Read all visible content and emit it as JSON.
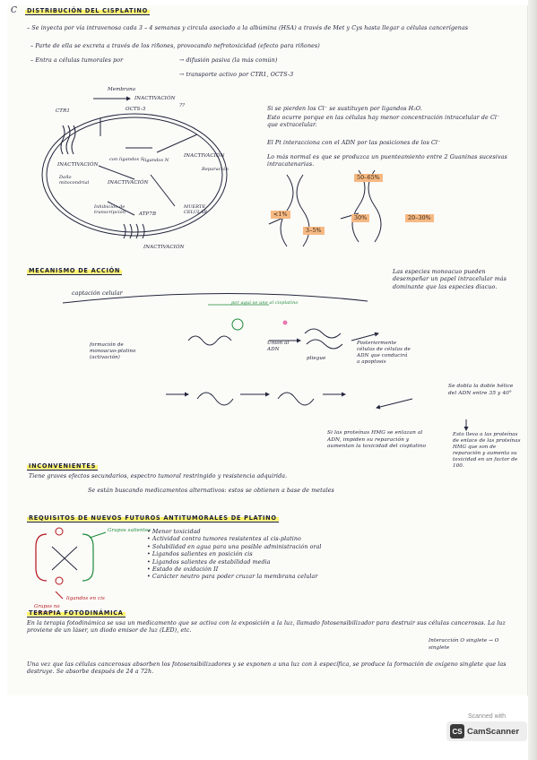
{
  "page_label": "C",
  "s1": {
    "title": "Distribución del cisplatino",
    "notes": [
      "– Se inyecta por vía intravenosa cada 3 – 4 semanas y circula asociado a la albúmina (HSA) a través de Met y Cys hasta llegar a células cancerígenas",
      "– Parte de ella se excreta a través de los riñones, provocando nefrotoxicidad (efecto para riñones)",
      "– Entra a células tumorales por"
    ],
    "entry": [
      "→ difusión pasiva (la más común)",
      "→ transporte activo por CTR1, OCTS-3"
    ],
    "cell": {
      "membrane": "Membrana",
      "ctr1": "CTR1",
      "octs": "OCTS-3",
      "inact1": "INACTIVACIÓN",
      "inact2": "INACTIVACIÓN",
      "inact3": "INACTIVACIÓN",
      "inact4": "INACTIVACIÓN",
      "inact5": "INACTIVACIÓN",
      "ligands1": "con ligandos S",
      "ligands2": "ligandos N",
      "damage1": "Daño mitocondrial",
      "damage2": "Reparación",
      "transcr": "Inhibición de transcripción",
      "death": "MUERTE CELULAR",
      "atpe": "ATP7B",
      "q": "??"
    },
    "right": [
      "Si se pierden los Cl⁻ se sustituyen por ligandos H₂O.",
      "Esto ocurre porque en las células hay menor concentración intracelular de Cl⁻ que extracelular.",
      "El Pt interacciona con el ADN por las posiciones de los Cl⁻",
      "Lo más normal es que se produzca un puenteamiento entre 2 Guaninas sucesivas intracatenarias."
    ],
    "labels": {
      "pct1": "50–65%",
      "pct2": "<1%",
      "pct3": "3–5%",
      "pct4": "30%",
      "pct5": "20–30%"
    }
  },
  "s2": {
    "title": "Mecanismo de acción",
    "captation": "captación celular",
    "right_note": "Las especies monoacuo pueden desempeñar un papel intracelular más dominante que las especies diacuo.",
    "struct1": "formación de monoacuo-platino (activación)",
    "pink_note": "por aquí se une al cisplatino",
    "adn": "Unión al ADN",
    "pliegue": "pliegue",
    "muerte": "Posteriormente células de células de ADN que conducirá a apoptosis",
    "dna_note": "Se dobla la doble hélice del ADN entre 35 y 40°",
    "hmg_left": "Si las proteínas HMG se enlazan al ADN, impiden su reparación y aumentan la toxicidad del cisplatino",
    "hmg_right": "Esto lleva a las proteínas de enlace de las proteínas HMG que son de reparación y aumenta su toxicidad en un factor de 100."
  },
  "s3": {
    "title": "Inconvenientes",
    "line1": "Tiene graves efectos secundarios, espectro tumoral restringido y resistencia adquirida.",
    "line2": "Se están buscando medicamentos alternativos: estos se obtienen a base de metales"
  },
  "s4": {
    "title": "Requisitos de nuevos futuros antitumorales de platino",
    "grupos_salientes": "Grupos salientes",
    "ligandos_cis": "ligandos en cis",
    "grupos_no": "Grupos no salientes",
    "bullets": [
      "• Menor toxicidad",
      "• Actividad contra tumores resistentes al cis-platino",
      "• Solubilidad en agua para una posible administración oral",
      "• Ligandos salientes en posición cis",
      "• Ligandos salientes de estabilidad media",
      "• Estado de oxidación II",
      "• Carácter neutro para poder cruzar la membrana celular"
    ]
  },
  "s5": {
    "title": "Terapia fotodinámica",
    "line1": "En la terapia fotodinámica se usa un medicamento que se activa con la exposición a la luz, llamado fotosensibilizador para destruir sus células cancerosas. La luz proviene de un láser, un diodo emisor de luz (LED), etc.",
    "side": "Interacción O singlete → O singlete",
    "line2": "Una vez que las células cancerosas absorben los fotosensibilizadores y se exponen a una luz con λ específica, se produce la formación de oxígeno singlete que las destruye. Se absorbe después de 24 a 72h."
  },
  "watermark": {
    "top": "Scanned with",
    "badge": "CS",
    "name": "CamScanner"
  },
  "colors": {
    "ink": "#20233a",
    "highlight": "#fff03c",
    "orange": "#f6b983",
    "red": "#b4141c",
    "green": "#1c8a3a",
    "pink": "#e878b0"
  }
}
